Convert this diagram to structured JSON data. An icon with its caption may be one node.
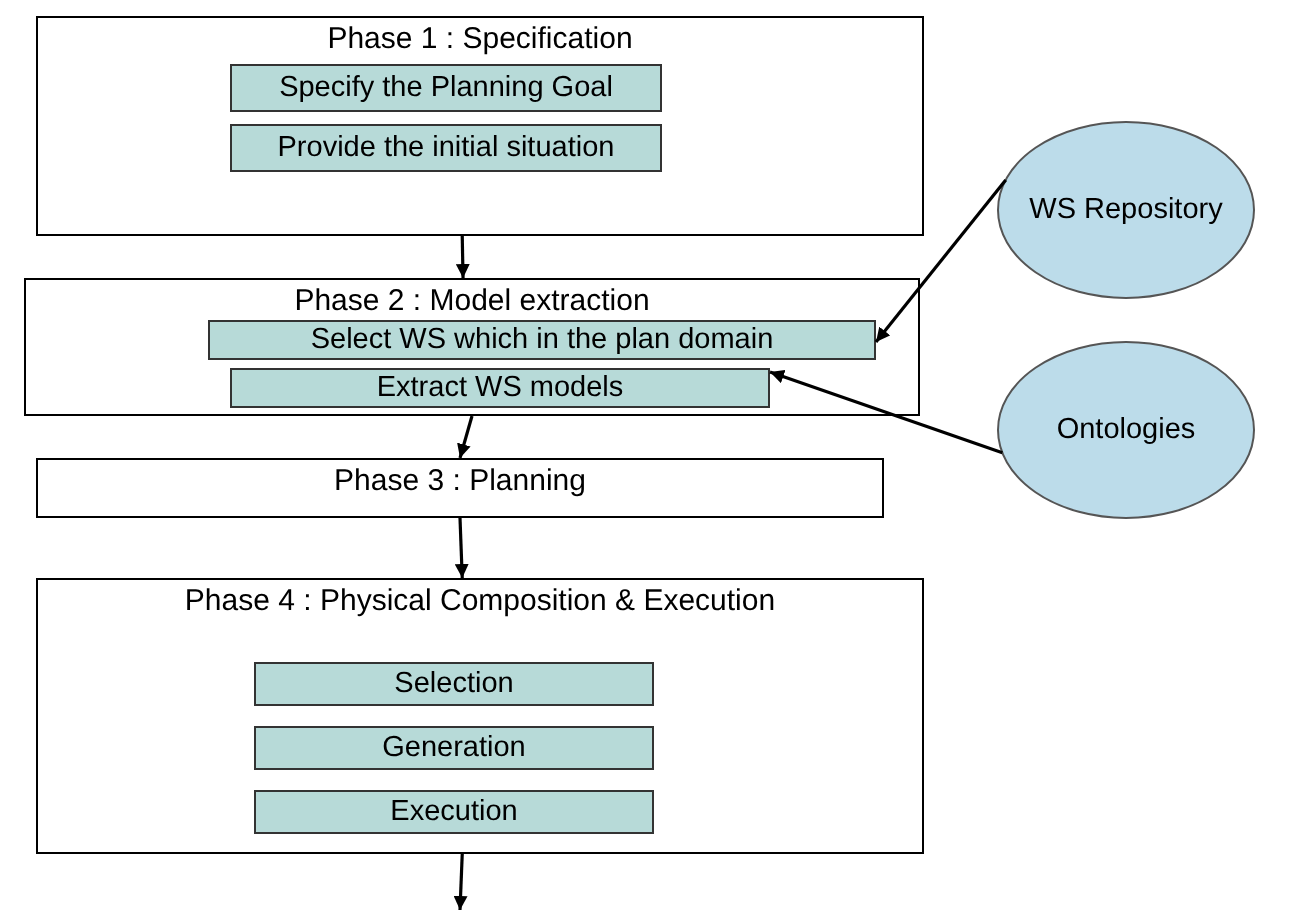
{
  "diagram": {
    "nodes": [
      {
        "text": [
          "Phase 1 : Specification"
        ]
      },
      {
        "text": [
          "Specify  the Planning Goal"
        ],
        "in": 0
      },
      {
        "text": [
          "Provide the initial situation"
        ],
        "in": 0
      },
      {
        "text": [
          "Phase 2 : Model extraction"
        ]
      },
      {
        "text": [
          "Select WS which in the plan domain"
        ],
        "in": 3
      },
      {
        "text": [
          "Extract WS models"
        ],
        "in": 3
      },
      {
        "text": [
          "WS Repository"
        ]
      },
      {
        "text": [
          "Ontologies"
        ]
      },
      {
        "text": [
          "Phase 3 : Planning"
        ]
      },
      {
        "text": [
          "Phase 4 : Physical Composition & Execution"
        ]
      },
      {
        "text": [
          "Selection"
        ],
        "in": 9
      },
      {
        "text": [
          "Generation"
        ],
        "in": 9
      },
      {
        "text": [
          "Execution"
        ],
        "in": 9
      }
    ],
    "edges": [
      {
        "from": 0,
        "to": 3,
        "arrow": "to"
      },
      {
        "from": 6,
        "to": 4,
        "arrow": "to"
      },
      {
        "from": 7,
        "to": 5,
        "arrow": "to"
      },
      {
        "from": 3,
        "to": 8,
        "arrow": "to"
      },
      {
        "from": 8,
        "to": 9,
        "arrow": "to"
      },
      {
        "from": 9,
        "to": null,
        "arrow": "to"
      }
    ]
  }
}
